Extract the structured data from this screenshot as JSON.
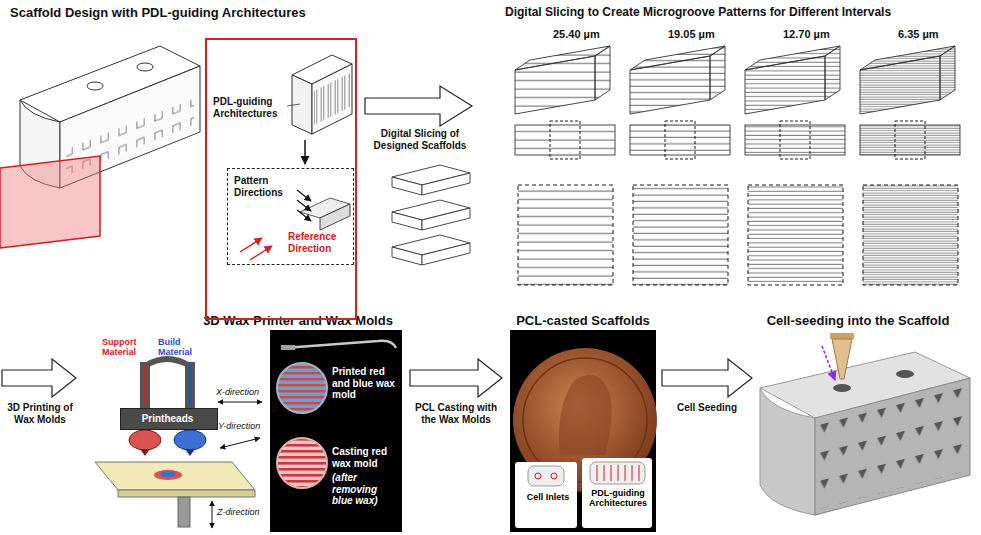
{
  "diagram": {
    "nodes": [
      {
        "text": [
          "PDL-guiding Architectures"
        ]
      },
      {
        "text": [
          "Pattern Directions",
          "Reference Direction"
        ],
        "in": 0
      },
      {
        "text": [
          "Printheads"
        ]
      },
      {
        "text": [
          "Printed red and blue wax mold",
          "Casting red wax mold",
          "(after removing blue wax)"
        ]
      },
      {
        "text": [
          "Cell Inlets",
          "PDL-guiding Architectures"
        ]
      }
    ],
    "labels": [
      "Scaffold Design with PDL-guiding Architectures",
      "Digital Slicing to Create Microgroove Patterns for Different Intervals",
      "25.40 µm",
      "19.05 µm",
      "12.70 µm",
      "6.35 µm",
      "Digital Slicing of Designed Scaffolds",
      "3D Wax Printer and Wax Molds",
      "PCL-casted Scaffolds",
      "Cell-seeding into the Scaffold",
      "3D Printing of Wax Molds",
      "Support Material",
      "Build Material",
      "X-direction",
      "Y-direction",
      "Z-direction",
      "PCL Casting with the Wax Molds",
      "Cell Seeding"
    ]
  }
}
